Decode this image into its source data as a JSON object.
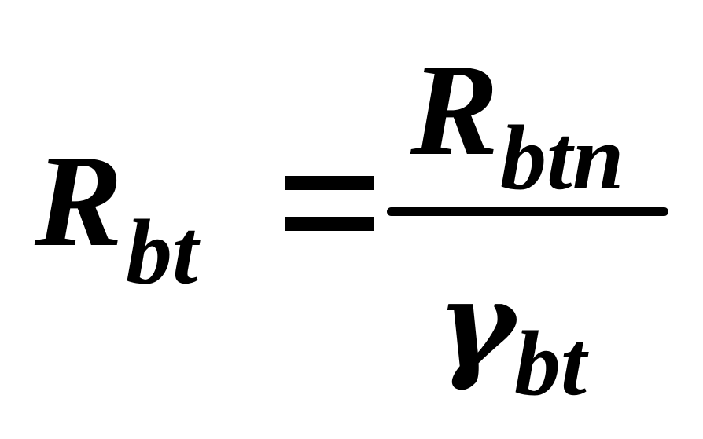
{
  "formula": {
    "lhs": {
      "base": "R",
      "subscript": "bt"
    },
    "operator": "=",
    "numerator": {
      "base": "R",
      "subscript": "btn"
    },
    "denominator": {
      "base": "γ",
      "subscript": "bt"
    }
  }
}
